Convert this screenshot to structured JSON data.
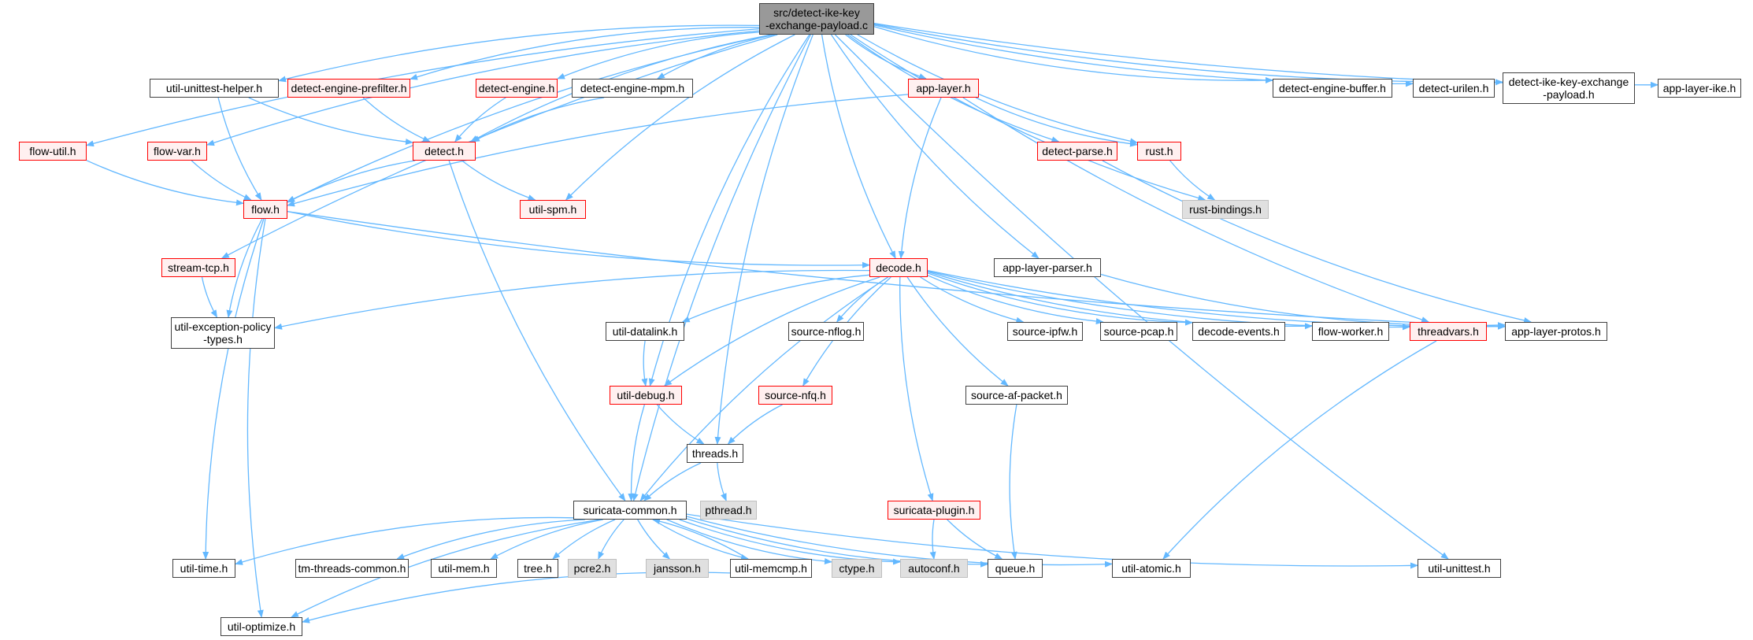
{
  "graph": {
    "root": "src/detect-ike-key\n-exchange-payload.c",
    "edge_color": "#63b8ff",
    "node_styles": {
      "root": {
        "fill": "#999999",
        "border": "#404040"
      },
      "normal": {
        "fill": "#ffffff",
        "border": "#404040"
      },
      "red": {
        "fill": "#fff0f0",
        "border": "#ff0000"
      },
      "gray": {
        "fill": "#e0e0e0",
        "border": "#bfbfbf"
      }
    },
    "nodes": [
      {
        "id": "root",
        "label": "src/detect-ike-key\n-exchange-payload.c",
        "style": "root"
      },
      {
        "id": "flow-util",
        "label": "flow-util.h",
        "style": "red"
      },
      {
        "id": "util-unittest-helper",
        "label": "util-unittest-helper.h",
        "style": "normal"
      },
      {
        "id": "detect-engine-prefilter",
        "label": "detect-engine-prefilter.h",
        "style": "red"
      },
      {
        "id": "detect-engine",
        "label": "detect-engine.h",
        "style": "red"
      },
      {
        "id": "detect-engine-mpm",
        "label": "detect-engine-mpm.h",
        "style": "normal"
      },
      {
        "id": "app-layer",
        "label": "app-layer.h",
        "style": "red"
      },
      {
        "id": "detect-engine-buffer",
        "label": "detect-engine-buffer.h",
        "style": "normal"
      },
      {
        "id": "detect-urilen",
        "label": "detect-urilen.h",
        "style": "normal"
      },
      {
        "id": "detect-ike-key-exchange-payload-h",
        "label": "detect-ike-key-exchange\n-payload.h",
        "style": "normal"
      },
      {
        "id": "app-layer-ike",
        "label": "app-layer-ike.h",
        "style": "normal"
      },
      {
        "id": "flow-var",
        "label": "flow-var.h",
        "style": "red"
      },
      {
        "id": "detect",
        "label": "detect.h",
        "style": "red"
      },
      {
        "id": "detect-parse",
        "label": "detect-parse.h",
        "style": "red"
      },
      {
        "id": "rust",
        "label": "rust.h",
        "style": "red"
      },
      {
        "id": "flow",
        "label": "flow.h",
        "style": "red"
      },
      {
        "id": "util-spm",
        "label": "util-spm.h",
        "style": "red"
      },
      {
        "id": "rust-bindings",
        "label": "rust-bindings.h",
        "style": "gray"
      },
      {
        "id": "stream-tcp",
        "label": "stream-tcp.h",
        "style": "red"
      },
      {
        "id": "decode",
        "label": "decode.h",
        "style": "red"
      },
      {
        "id": "app-layer-parser",
        "label": "app-layer-parser.h",
        "style": "normal"
      },
      {
        "id": "util-exception-policy-types",
        "label": "util-exception-policy\n-types.h",
        "style": "normal"
      },
      {
        "id": "util-datalink",
        "label": "util-datalink.h",
        "style": "normal"
      },
      {
        "id": "source-nflog",
        "label": "source-nflog.h",
        "style": "normal"
      },
      {
        "id": "source-ipfw",
        "label": "source-ipfw.h",
        "style": "normal"
      },
      {
        "id": "source-pcap",
        "label": "source-pcap.h",
        "style": "normal"
      },
      {
        "id": "decode-events",
        "label": "decode-events.h",
        "style": "normal"
      },
      {
        "id": "flow-worker",
        "label": "flow-worker.h",
        "style": "normal"
      },
      {
        "id": "threadvars",
        "label": "threadvars.h",
        "style": "red"
      },
      {
        "id": "app-layer-protos",
        "label": "app-layer-protos.h",
        "style": "normal"
      },
      {
        "id": "util-debug",
        "label": "util-debug.h",
        "style": "red"
      },
      {
        "id": "source-nfq",
        "label": "source-nfq.h",
        "style": "red"
      },
      {
        "id": "source-af-packet",
        "label": "source-af-packet.h",
        "style": "normal"
      },
      {
        "id": "threads",
        "label": "threads.h",
        "style": "normal"
      },
      {
        "id": "suricata-common",
        "label": "suricata-common.h",
        "style": "normal"
      },
      {
        "id": "pthread",
        "label": "pthread.h",
        "style": "gray"
      },
      {
        "id": "suricata-plugin",
        "label": "suricata-plugin.h",
        "style": "red"
      },
      {
        "id": "util-time",
        "label": "util-time.h",
        "style": "normal"
      },
      {
        "id": "tm-threads-common",
        "label": "tm-threads-common.h",
        "style": "normal"
      },
      {
        "id": "util-mem",
        "label": "util-mem.h",
        "style": "normal"
      },
      {
        "id": "tree",
        "label": "tree.h",
        "style": "normal"
      },
      {
        "id": "pcre2",
        "label": "pcre2.h",
        "style": "gray"
      },
      {
        "id": "jansson",
        "label": "jansson.h",
        "style": "gray"
      },
      {
        "id": "util-memcmp",
        "label": "util-memcmp.h",
        "style": "normal"
      },
      {
        "id": "ctype",
        "label": "ctype.h",
        "style": "gray"
      },
      {
        "id": "autoconf",
        "label": "autoconf.h",
        "style": "gray"
      },
      {
        "id": "queue",
        "label": "queue.h",
        "style": "normal"
      },
      {
        "id": "util-atomic",
        "label": "util-atomic.h",
        "style": "normal"
      },
      {
        "id": "util-unittest",
        "label": "util-unittest.h",
        "style": "normal"
      },
      {
        "id": "util-optimize",
        "label": "util-optimize.h",
        "style": "normal"
      }
    ],
    "edges": [
      [
        "root",
        "flow-util"
      ],
      [
        "root",
        "util-unittest-helper"
      ],
      [
        "root",
        "detect-engine-prefilter"
      ],
      [
        "root",
        "detect-engine"
      ],
      [
        "root",
        "detect-engine-mpm"
      ],
      [
        "root",
        "app-layer"
      ],
      [
        "root",
        "detect-engine-buffer"
      ],
      [
        "root",
        "detect-urilen"
      ],
      [
        "root",
        "detect-ike-key-exchange-payload-h"
      ],
      [
        "root",
        "app-layer-ike"
      ],
      [
        "root",
        "flow-var"
      ],
      [
        "root",
        "detect"
      ],
      [
        "root",
        "detect-parse"
      ],
      [
        "root",
        "rust"
      ],
      [
        "root",
        "flow"
      ],
      [
        "root",
        "util-spm"
      ],
      [
        "root",
        "rust-bindings"
      ],
      [
        "root",
        "stream-tcp"
      ],
      [
        "root",
        "decode"
      ],
      [
        "root",
        "app-layer-parser"
      ],
      [
        "root",
        "util-debug"
      ],
      [
        "root",
        "threads"
      ],
      [
        "root",
        "suricata-common"
      ],
      [
        "root",
        "util-unittest"
      ],
      [
        "flow-util",
        "flow"
      ],
      [
        "util-unittest-helper",
        "detect"
      ],
      [
        "util-unittest-helper",
        "flow"
      ],
      [
        "detect-engine-prefilter",
        "detect"
      ],
      [
        "detect-engine",
        "detect"
      ],
      [
        "detect-engine-mpm",
        "detect"
      ],
      [
        "flow-var",
        "flow"
      ],
      [
        "detect",
        "flow"
      ],
      [
        "detect",
        "util-spm"
      ],
      [
        "detect",
        "suricata-common"
      ],
      [
        "app-layer",
        "flow"
      ],
      [
        "app-layer",
        "rust"
      ],
      [
        "app-layer",
        "decode"
      ],
      [
        "app-layer",
        "threadvars"
      ],
      [
        "rust",
        "rust-bindings"
      ],
      [
        "detect-parse",
        "app-layer-protos"
      ],
      [
        "flow",
        "decode"
      ],
      [
        "flow",
        "util-exception-policy-types"
      ],
      [
        "flow",
        "app-layer-protos"
      ],
      [
        "flow",
        "util-time"
      ],
      [
        "flow",
        "util-optimize"
      ],
      [
        "stream-tcp",
        "util-exception-policy-types"
      ],
      [
        "app-layer-parser",
        "app-layer-protos"
      ],
      [
        "decode",
        "util-exception-policy-types"
      ],
      [
        "decode",
        "util-datalink"
      ],
      [
        "decode",
        "source-nflog"
      ],
      [
        "decode",
        "source-ipfw"
      ],
      [
        "decode",
        "source-pcap"
      ],
      [
        "decode",
        "decode-events"
      ],
      [
        "decode",
        "flow-worker"
      ],
      [
        "decode",
        "threadvars"
      ],
      [
        "decode",
        "app-layer-protos"
      ],
      [
        "decode",
        "util-debug"
      ],
      [
        "decode",
        "source-nfq"
      ],
      [
        "decode",
        "source-af-packet"
      ],
      [
        "decode",
        "suricata-plugin"
      ],
      [
        "decode",
        "suricata-common"
      ],
      [
        "util-datalink",
        "util-debug"
      ],
      [
        "util-debug",
        "threads"
      ],
      [
        "util-debug",
        "suricata-common"
      ],
      [
        "source-nfq",
        "threads"
      ],
      [
        "source-af-packet",
        "queue"
      ],
      [
        "threadvars",
        "util-atomic"
      ],
      [
        "threads",
        "suricata-common"
      ],
      [
        "threads",
        "pthread"
      ],
      [
        "suricata-plugin",
        "autoconf"
      ],
      [
        "suricata-plugin",
        "queue"
      ],
      [
        "suricata-common",
        "util-time"
      ],
      [
        "suricata-common",
        "tm-threads-common"
      ],
      [
        "suricata-common",
        "util-mem"
      ],
      [
        "suricata-common",
        "tree"
      ],
      [
        "suricata-common",
        "pcre2"
      ],
      [
        "suricata-common",
        "jansson"
      ],
      [
        "suricata-common",
        "util-memcmp"
      ],
      [
        "suricata-common",
        "ctype"
      ],
      [
        "suricata-common",
        "autoconf"
      ],
      [
        "suricata-common",
        "queue"
      ],
      [
        "suricata-common",
        "util-atomic"
      ],
      [
        "suricata-common",
        "util-unittest"
      ],
      [
        "suricata-common",
        "util-optimize"
      ],
      [
        "util-memcmp",
        "suricata-common"
      ],
      [
        "util-memcmp",
        "util-optimize"
      ]
    ]
  }
}
